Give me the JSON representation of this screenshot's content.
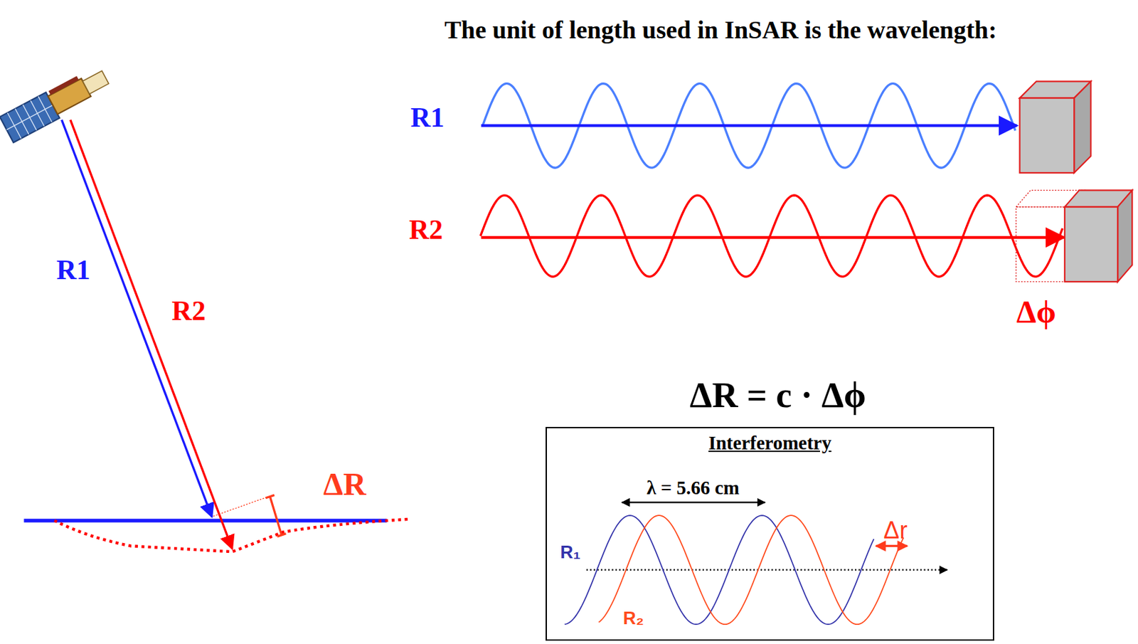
{
  "diagram": {
    "title": "The unit of length used in InSAR is the wavelength:",
    "nodes": [
      {
        "text": [
          "Interferometry"
        ]
      }
    ],
    "labels": [
      "R1",
      "R2",
      "ΔR",
      "R1",
      "R2",
      "Δϕ",
      "ΔR = c · Δϕ",
      "λ = 5.66 cm",
      "R₁",
      "R₂",
      "Δr"
    ]
  }
}
